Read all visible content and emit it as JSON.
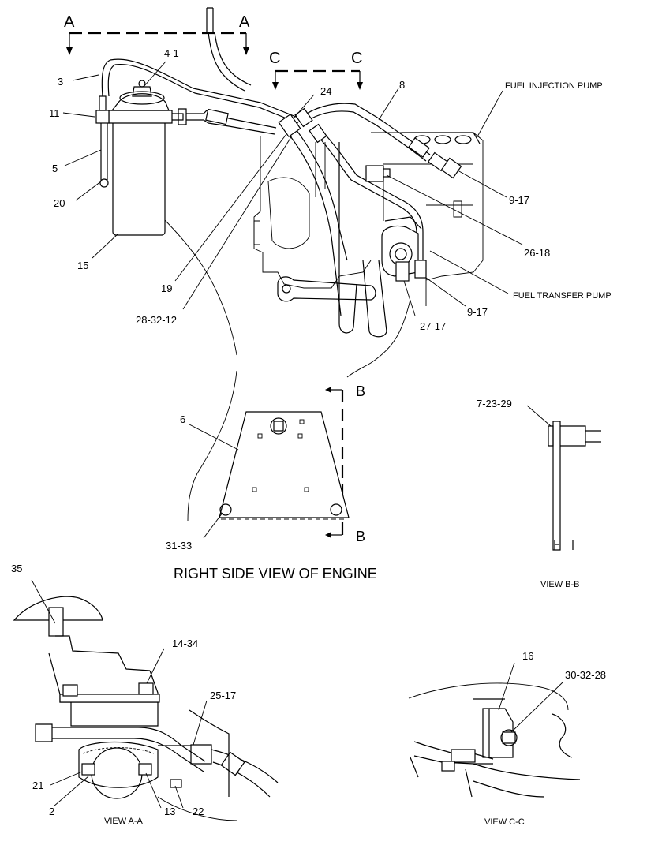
{
  "section_marks": {
    "a_left": "A",
    "a_right": "A",
    "c_left": "C",
    "c_right": "C",
    "b_top": "B",
    "b_bottom": "B"
  },
  "callouts": {
    "c3": "3",
    "c4_1": "4-1",
    "c11": "11",
    "c5": "5",
    "c20": "20",
    "c15": "15",
    "c24": "24",
    "c8": "8",
    "c19": "19",
    "c28_32_12": "28-32-12",
    "c9_17a": "9-17",
    "c26_18": "26-18",
    "c9_17b": "9-17",
    "c27_17": "27-17",
    "c6": "6",
    "c31_33": "31-33",
    "c7_23_29": "7-23-29",
    "c35": "35",
    "c14_34": "14-34",
    "c25_17": "25-17",
    "c21": "21",
    "c2": "2",
    "c13": "13",
    "c22": "22",
    "c16": "16",
    "c30_32_28": "30-32-28"
  },
  "component_labels": {
    "fuel_injection_pump": "FUEL INJECTION PUMP",
    "fuel_transfer_pump": "FUEL TRANSFER PUMP"
  },
  "view_titles": {
    "main": "RIGHT SIDE VIEW OF ENGINE",
    "view_bb": "VIEW B-B",
    "view_aa": "VIEW A-A",
    "view_cc": "VIEW C-C"
  }
}
